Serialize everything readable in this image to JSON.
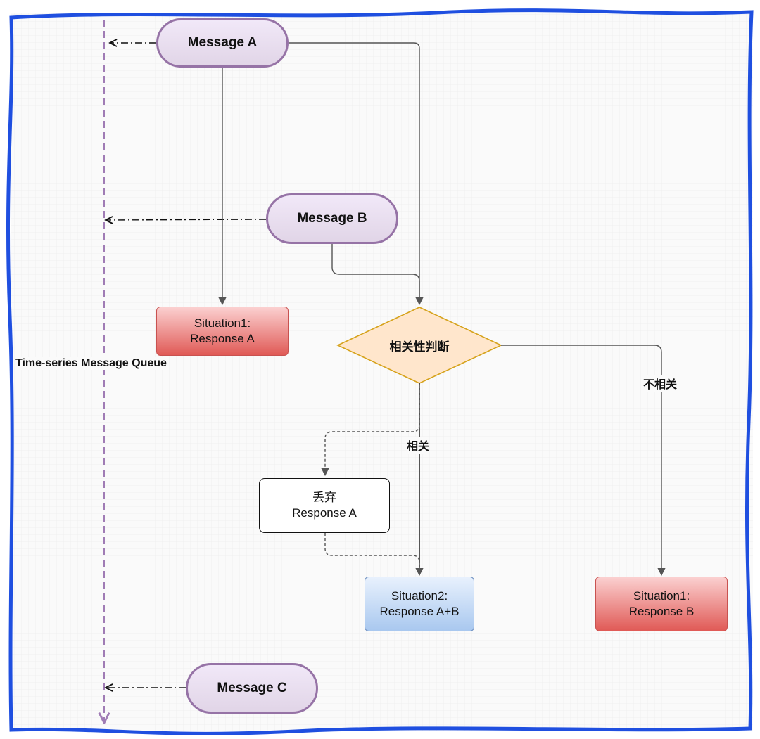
{
  "title": "",
  "queue_label": "Time-series Message Queue",
  "messages": {
    "a": "Message A",
    "b": "Message B",
    "c": "Message C"
  },
  "decision": "相关性判断",
  "edge_labels": {
    "unrelated": "不相关",
    "related": "相关"
  },
  "boxes": {
    "situation1_a": [
      "Situation1:",
      "Response A"
    ],
    "discard": [
      "丢弃",
      "Response A"
    ],
    "situation2": [
      "Situation2:",
      "Response A+B"
    ],
    "situation1_b": [
      "Situation1:",
      "Response B"
    ]
  },
  "colors": {
    "frame": "#1f4fe0",
    "pill_fill": "#e1d5e7",
    "pill_border": "#9673a6",
    "red_fill": "#e05a56",
    "blue_fill": "#a9c8ef",
    "diamond_fill": "#ffe6cc",
    "diamond_border": "#d6a21a"
  }
}
